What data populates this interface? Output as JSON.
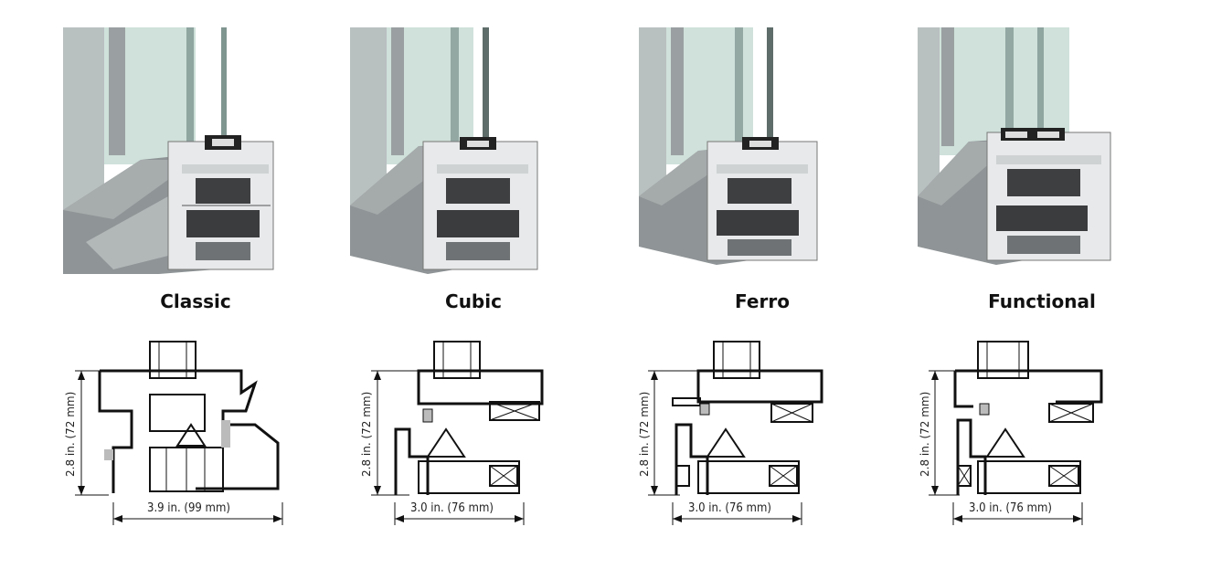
{
  "products": [
    {
      "name": "Classic",
      "width_label": "3.9 in. (99 mm)",
      "height_label": "2.8 in. (72 mm)"
    },
    {
      "name": "Cubic",
      "width_label": "3.0 in. (76 mm)",
      "height_label": "2.8 in. (72 mm)"
    },
    {
      "name": "Ferro",
      "width_label": "3.0 in. (76 mm)",
      "height_label": "2.8 in. (72 mm)"
    },
    {
      "name": "Functional",
      "width_label": "3.0 in. (76 mm)",
      "height_label": "2.8 in. (72 mm)"
    }
  ],
  "colors": {
    "frame": "#8f9496",
    "frame_dark": "#5d6264",
    "glass": "#c9dcd6",
    "gasket": "#1f1f1f",
    "line": "#111111"
  }
}
